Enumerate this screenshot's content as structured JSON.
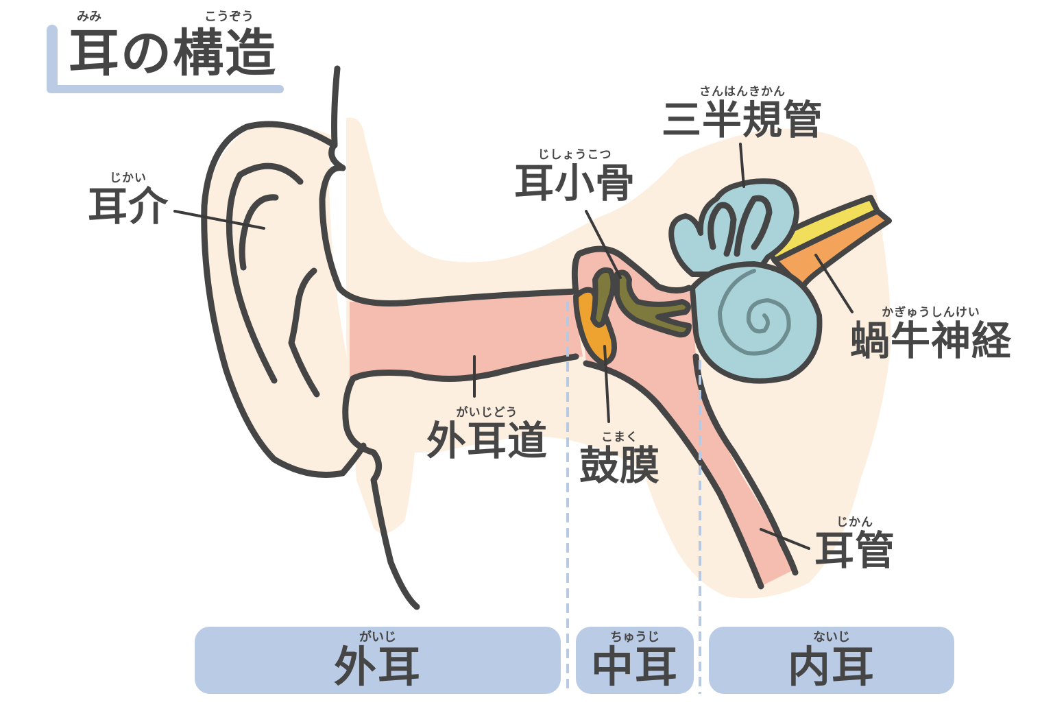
{
  "title": {
    "text": "耳の構造",
    "ruby_left": "みみ",
    "ruby_right": "こうぞう"
  },
  "colors": {
    "ink": "#454545",
    "skin": "#fdefdf",
    "canal": "#f4bdb0",
    "ossicle": "#7e7a3e",
    "eardrum": "#eea22f",
    "inner_ear": "#a9d3d8",
    "spiral": "#6e8d91",
    "nerve_yellow": "#f1df5b",
    "nerve_orange": "#f3a45a",
    "section_bg": "#bacbe5",
    "divider": "#b8c9e4"
  },
  "labels": {
    "auricle": {
      "kanji": "耳介",
      "ruby": "じかい"
    },
    "ear_canal": {
      "kanji": "外耳道",
      "ruby": "がいじどう"
    },
    "ossicles": {
      "kanji": "耳小骨",
      "ruby": "じしょうこつ"
    },
    "eardrum": {
      "kanji": "鼓膜",
      "ruby": "こまく"
    },
    "semicircular_canals": {
      "kanji": "三半規管",
      "ruby": "さんはんきかん"
    },
    "cochlear_nerve": {
      "kanji": "蝸牛神経",
      "ruby": "かぎゅうしんけい"
    },
    "eustachian_tube": {
      "kanji": "耳管",
      "ruby": "じかん"
    }
  },
  "sections": [
    {
      "kanji": "外耳",
      "ruby": "がいじ"
    },
    {
      "kanji": "中耳",
      "ruby": "ちゅうじ"
    },
    {
      "kanji": "内耳",
      "ruby": "ないじ"
    }
  ]
}
